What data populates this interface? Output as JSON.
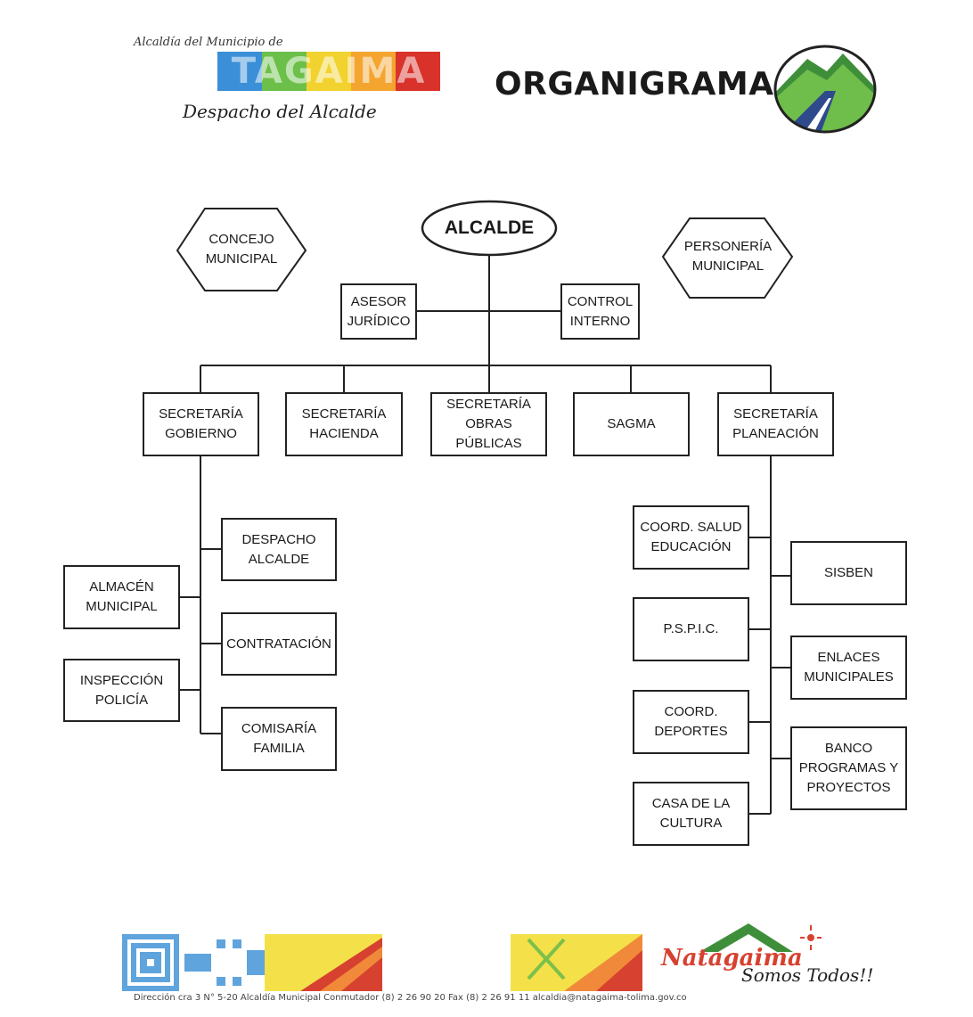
{
  "header": {
    "brand_top": "Alcaldía del Municipio de",
    "brand_word": "TAGAIMA",
    "brand_bottom": "Despacho del Alcalde",
    "title": "ORGANIGRAMA"
  },
  "nodes": {
    "alcalde": "ALCALDE",
    "concejo": "CONCEJO\nMUNICIPAL",
    "personeria": "PERSONERÍA\nMUNICIPAL",
    "asesor": "ASESOR\nJURÍDICO",
    "control": "CONTROL\nINTERNO",
    "sec_gobierno": "SECRETARÍA\nGOBIERNO",
    "sec_hacienda": "SECRETARÍA\nHACIENDA",
    "sec_obras": "SECRETARÍA\nOBRAS PÚBLICAS",
    "sagma": "SAGMA",
    "sec_planeacion": "SECRETARÍA\nPLANEACIÓN",
    "despacho": "DESPACHO\nALCALDE",
    "almacen": "ALMACÉN\nMUNICIPAL",
    "contratacion": "CONTRATACIÓN",
    "inspeccion": "INSPECCIÓN\nPOLICÍA",
    "comisaria": "COMISARÍA\nFAMILIA",
    "coord_salud": "COORD. SALUD\nEDUCACIÓN",
    "sisben": "SISBEN",
    "pspic": "P.S.P.I.C.",
    "enlaces": "ENLACES\nMUNICIPALES",
    "coord_deportes": "COORD.\nDEPORTES",
    "banco": "BANCO\nPROGRAMAS Y\nPROYECTOS",
    "casa_cultura": "CASA DE LA\nCULTURA"
  },
  "footer": {
    "logo_word": "Natagaima",
    "slogan": "Somos Todos!!",
    "address": "Dirección  cra 3 N° 5-20 Alcaldía Municipal  Conmutador  (8) 2 26 90 20 Fax (8) 2 26 91 11 alcaldia@natagaima-tolima.gov.co"
  }
}
